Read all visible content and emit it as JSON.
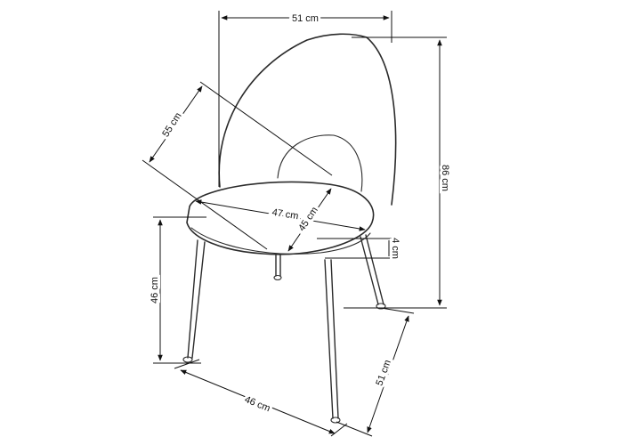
{
  "dimensions": {
    "width": "51 cm",
    "height": "86 cm",
    "backrest_depth": "55 cm",
    "seat_width": "47 cm",
    "seat_depth": "45 cm",
    "seat_thickness": "4 cm",
    "seat_height": "46 cm",
    "base_width": "46 cm",
    "base_depth": "51 cm"
  }
}
